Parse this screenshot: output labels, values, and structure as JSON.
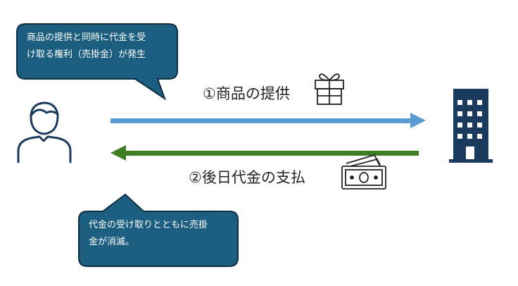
{
  "colors": {
    "bubble_fill": "#1C5E80",
    "bubble_stroke": "#0E2E44",
    "arrow_right": "#5B9BD5",
    "arrow_left": "#3F7F23",
    "building": "#1B3B5E",
    "person": "#1B3B5E"
  },
  "bubble_top": {
    "line1": "商品の提供と同時に代金を受",
    "line2": "け取る権利（売掛金）が発生"
  },
  "bubble_bottom": {
    "line1": "代金の受け取りとともに売掛",
    "line2": "金が消滅。"
  },
  "labels": {
    "goods": "①商品の提供",
    "payment": "②後日代金の支払"
  },
  "icons": {
    "person": "person-icon",
    "building": "building-icon",
    "gift": "gift-icon",
    "cash": "cash-icon"
  }
}
